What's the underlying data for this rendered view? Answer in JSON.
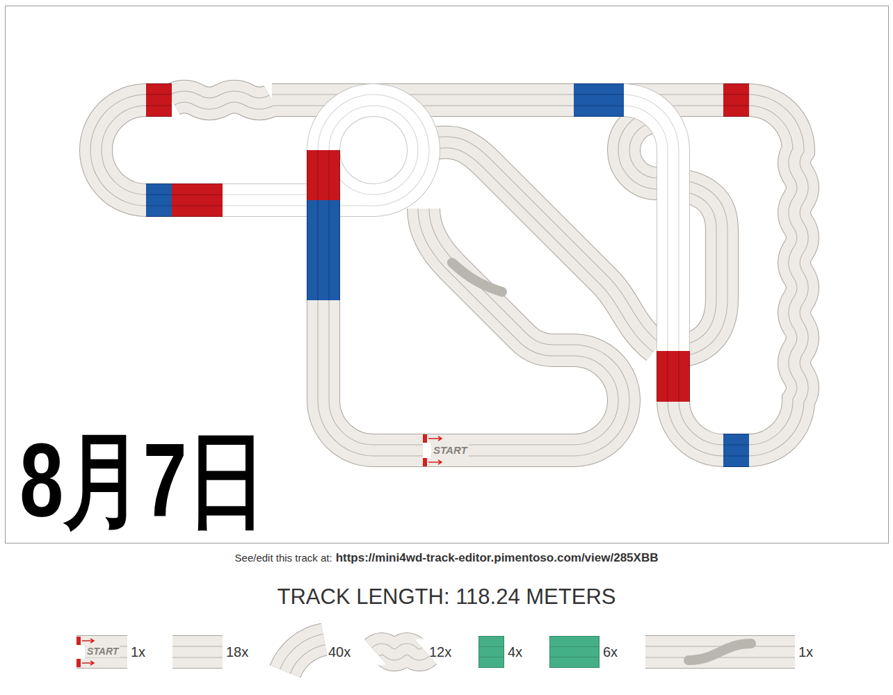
{
  "diagram": {
    "title": "TRACK LENGTH: 118.24 METERS",
    "labels": [
      "START",
      "8月7日",
      "See/edit this track at:",
      "https://mini4wd-track-editor.pimentoso.com/view/285XBB",
      "START"
    ],
    "legend": [
      {
        "text": "1x"
      },
      {
        "text": "18x"
      },
      {
        "text": "40x"
      },
      {
        "text": "12x"
      },
      {
        "text": "4x",
        "color": "#45b088"
      },
      {
        "text": "6x",
        "color": "#45b088"
      },
      {
        "text": "1x"
      }
    ]
  }
}
